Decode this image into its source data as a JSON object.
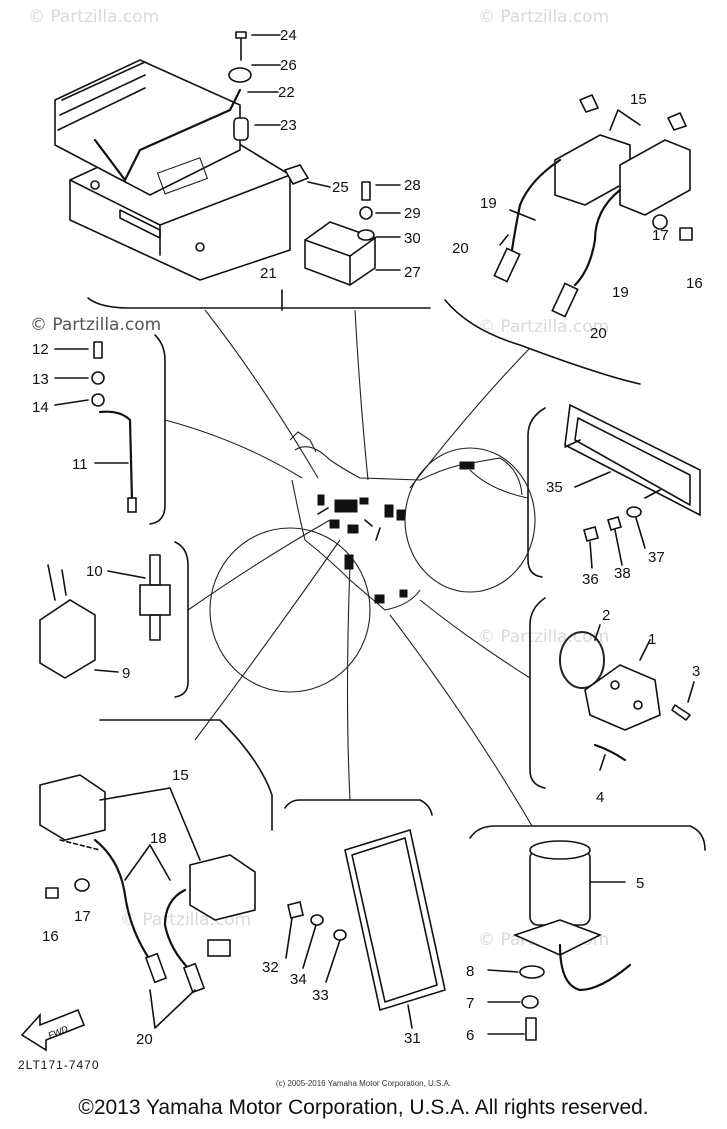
{
  "watermark": "© Partzilla.com",
  "diagram_code": "2LT171-7470",
  "small_credit": "(c) 2005-2016 Yamaha Motor Corporation, U.S.A.",
  "copyright": "©2013 Yamaha Motor Corporation, U.S.A. All rights reserved.",
  "fwd_label": "FWD",
  "callouts": {
    "c1": "1",
    "c2": "2",
    "c3": "3",
    "c4": "4",
    "c5": "5",
    "c6": "6",
    "c7": "7",
    "c8": "8",
    "c9": "9",
    "c10": "10",
    "c11": "11",
    "c12": "12",
    "c13": "13",
    "c14": "14",
    "c15a": "15",
    "c15b": "15",
    "c16a": "16",
    "c16b": "16",
    "c17a": "17",
    "c17b": "17",
    "c18": "18",
    "c19a": "19",
    "c19b": "19",
    "c20a": "20",
    "c20b": "20",
    "c20c": "20",
    "c21": "21",
    "c22": "22",
    "c23": "23",
    "c24": "24",
    "c25": "25",
    "c26": "26",
    "c27": "27",
    "c28": "28",
    "c29": "29",
    "c30": "30",
    "c31": "31",
    "c32": "32",
    "c33": "33",
    "c34": "34",
    "c35": "35",
    "c36": "36",
    "c37": "37",
    "c38": "38"
  }
}
